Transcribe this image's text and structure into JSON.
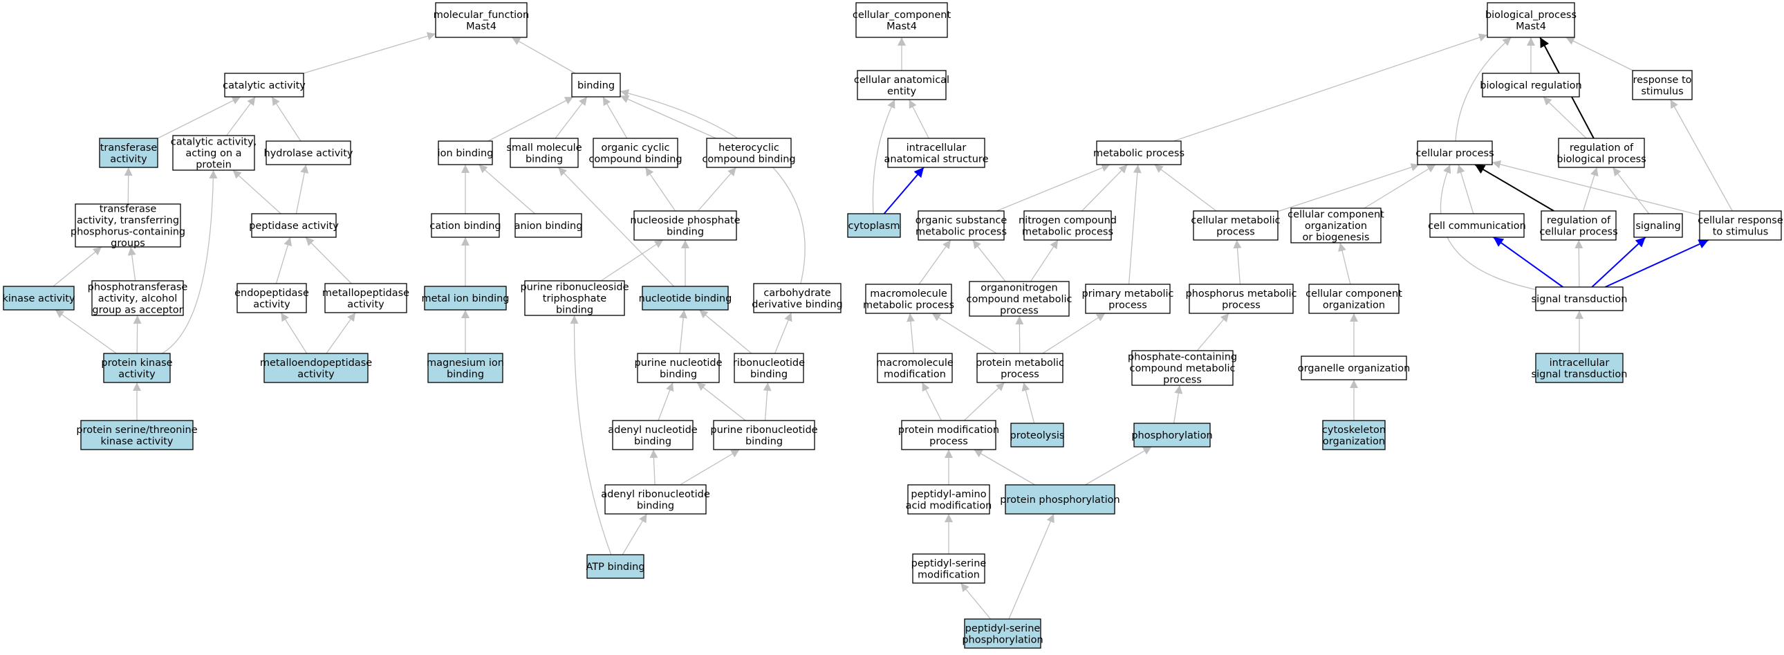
{
  "colors": {
    "highlight": "#add8e6",
    "plain": "#ffffff",
    "border": "#000000",
    "edge_gray": "#c0c0c0",
    "edge_black": "#000000",
    "edge_blue": "#0000ff"
  },
  "nodes": [
    {
      "id": "mf",
      "lines": [
        "molecular_function",
        "Mast4"
      ],
      "hl": false
    },
    {
      "id": "catalytic",
      "lines": [
        "catalytic activity"
      ],
      "hl": false
    },
    {
      "id": "binding",
      "lines": [
        "binding"
      ],
      "hl": false
    },
    {
      "id": "transferase",
      "lines": [
        "transferase",
        "activity"
      ],
      "hl": true
    },
    {
      "id": "cat_protein",
      "lines": [
        "catalytic activity,",
        "acting on a",
        "protein"
      ],
      "hl": false
    },
    {
      "id": "hydrolase",
      "lines": [
        "hydrolase activity"
      ],
      "hl": false
    },
    {
      "id": "ion_binding",
      "lines": [
        "ion binding"
      ],
      "hl": false
    },
    {
      "id": "small_mol",
      "lines": [
        "small molecule",
        "binding"
      ],
      "hl": false
    },
    {
      "id": "org_cyclic",
      "lines": [
        "organic cyclic",
        "compound binding"
      ],
      "hl": false
    },
    {
      "id": "heterocyclic",
      "lines": [
        "heterocyclic",
        "compound binding"
      ],
      "hl": false
    },
    {
      "id": "transf_phos",
      "lines": [
        "transferase",
        "activity, transferring",
        "phosphorus-containing",
        "groups"
      ],
      "hl": false
    },
    {
      "id": "peptidase",
      "lines": [
        "peptidase activity"
      ],
      "hl": false
    },
    {
      "id": "cation",
      "lines": [
        "cation binding"
      ],
      "hl": false
    },
    {
      "id": "anion",
      "lines": [
        "anion binding"
      ],
      "hl": false
    },
    {
      "id": "nuc_phos",
      "lines": [
        "nucleoside phosphate",
        "binding"
      ],
      "hl": false
    },
    {
      "id": "kinase",
      "lines": [
        "kinase activity"
      ],
      "hl": true
    },
    {
      "id": "phosphotransferase",
      "lines": [
        "phosphotransferase",
        "activity, alcohol",
        "group as acceptor"
      ],
      "hl": false
    },
    {
      "id": "endopeptidase",
      "lines": [
        "endopeptidase",
        "activity"
      ],
      "hl": false
    },
    {
      "id": "metallopeptidase",
      "lines": [
        "metallopeptidase",
        "activity"
      ],
      "hl": false
    },
    {
      "id": "metal_ion",
      "lines": [
        "metal ion binding"
      ],
      "hl": true
    },
    {
      "id": "pur_ribo_tri",
      "lines": [
        "purine ribonucleoside",
        "triphosphate",
        "binding"
      ],
      "hl": false
    },
    {
      "id": "nucleotide",
      "lines": [
        "nucleotide binding"
      ],
      "hl": true
    },
    {
      "id": "carbohydrate",
      "lines": [
        "carbohydrate",
        "derivative binding"
      ],
      "hl": false
    },
    {
      "id": "protein_kinase",
      "lines": [
        "protein kinase",
        "activity"
      ],
      "hl": true
    },
    {
      "id": "metalloendo",
      "lines": [
        "metalloendopeptidase",
        "activity"
      ],
      "hl": true
    },
    {
      "id": "magnesium",
      "lines": [
        "magnesium ion",
        "binding"
      ],
      "hl": true
    },
    {
      "id": "pur_nucleotide",
      "lines": [
        "purine nucleotide",
        "binding"
      ],
      "hl": false
    },
    {
      "id": "ribonucleotide",
      "lines": [
        "ribonucleotide",
        "binding"
      ],
      "hl": false
    },
    {
      "id": "ser_thr",
      "lines": [
        "protein serine/threonine",
        "kinase activity"
      ],
      "hl": true
    },
    {
      "id": "adenyl_nuc",
      "lines": [
        "adenyl nucleotide",
        "binding"
      ],
      "hl": false
    },
    {
      "id": "pur_ribonuc",
      "lines": [
        "purine ribonucleotide",
        "binding"
      ],
      "hl": false
    },
    {
      "id": "adenyl_ribo",
      "lines": [
        "adenyl ribonucleotide",
        "binding"
      ],
      "hl": false
    },
    {
      "id": "atp",
      "lines": [
        "ATP binding"
      ],
      "hl": true
    },
    {
      "id": "cc",
      "lines": [
        "cellular_component",
        "Mast4"
      ],
      "hl": false
    },
    {
      "id": "cae",
      "lines": [
        "cellular anatomical",
        "entity"
      ],
      "hl": false
    },
    {
      "id": "ias",
      "lines": [
        "intracellular",
        "anatomical structure"
      ],
      "hl": false
    },
    {
      "id": "cytoplasm",
      "lines": [
        "cytoplasm"
      ],
      "hl": true
    },
    {
      "id": "bp",
      "lines": [
        "biological_process",
        "Mast4"
      ],
      "hl": false
    },
    {
      "id": "bio_reg",
      "lines": [
        "biological regulation"
      ],
      "hl": false
    },
    {
      "id": "resp_stim",
      "lines": [
        "response to",
        "stimulus"
      ],
      "hl": false
    },
    {
      "id": "metabolic",
      "lines": [
        "metabolic process"
      ],
      "hl": false
    },
    {
      "id": "cellular_process",
      "lines": [
        "cellular process"
      ],
      "hl": false
    },
    {
      "id": "reg_bio",
      "lines": [
        "regulation of",
        "biological process"
      ],
      "hl": false
    },
    {
      "id": "org_sub",
      "lines": [
        "organic substance",
        "metabolic process"
      ],
      "hl": false
    },
    {
      "id": "nitrogen",
      "lines": [
        "nitrogen compound",
        "metabolic process"
      ],
      "hl": false
    },
    {
      "id": "cell_metab",
      "lines": [
        "cellular metabolic",
        "process"
      ],
      "hl": false
    },
    {
      "id": "cc_org_bio",
      "lines": [
        "cellular component",
        "organization",
        "or biogenesis"
      ],
      "hl": false
    },
    {
      "id": "cell_comm",
      "lines": [
        "cell communication"
      ],
      "hl": false
    },
    {
      "id": "reg_cell",
      "lines": [
        "regulation of",
        "cellular process"
      ],
      "hl": false
    },
    {
      "id": "signaling",
      "lines": [
        "signaling"
      ],
      "hl": false
    },
    {
      "id": "cell_resp",
      "lines": [
        "cellular response",
        "to stimulus"
      ],
      "hl": false
    },
    {
      "id": "macro_metab",
      "lines": [
        "macromolecule",
        "metabolic process"
      ],
      "hl": false
    },
    {
      "id": "organonitrogen",
      "lines": [
        "organonitrogen",
        "compound metabolic",
        "process"
      ],
      "hl": false
    },
    {
      "id": "primary",
      "lines": [
        "primary metabolic",
        "process"
      ],
      "hl": false
    },
    {
      "id": "phosphorus",
      "lines": [
        "phosphorus metabolic",
        "process"
      ],
      "hl": false
    },
    {
      "id": "cc_org",
      "lines": [
        "cellular component",
        "organization"
      ],
      "hl": false
    },
    {
      "id": "sig_trans",
      "lines": [
        "signal transduction"
      ],
      "hl": false
    },
    {
      "id": "macro_mod",
      "lines": [
        "macromolecule",
        "modification"
      ],
      "hl": false
    },
    {
      "id": "prot_metab",
      "lines": [
        "protein metabolic",
        "process"
      ],
      "hl": false
    },
    {
      "id": "phosphate_cont",
      "lines": [
        "phosphate-containing",
        "compound metabolic",
        "process"
      ],
      "hl": false
    },
    {
      "id": "organelle",
      "lines": [
        "organelle organization"
      ],
      "hl": false
    },
    {
      "id": "intra_sig",
      "lines": [
        "intracellular",
        "signal transduction"
      ],
      "hl": true
    },
    {
      "id": "prot_mod",
      "lines": [
        "protein modification",
        "process"
      ],
      "hl": false
    },
    {
      "id": "proteolysis",
      "lines": [
        "proteolysis"
      ],
      "hl": true
    },
    {
      "id": "phosphorylation",
      "lines": [
        "phosphorylation"
      ],
      "hl": true
    },
    {
      "id": "cytoskeleton",
      "lines": [
        "cytoskeleton",
        "organization"
      ],
      "hl": true
    },
    {
      "id": "peptidyl_aa",
      "lines": [
        "peptidyl-amino",
        "acid modification"
      ],
      "hl": false
    },
    {
      "id": "prot_phos",
      "lines": [
        "protein phosphorylation"
      ],
      "hl": true
    },
    {
      "id": "peptidyl_ser",
      "lines": [
        "peptidyl-serine",
        "modification"
      ],
      "hl": false
    },
    {
      "id": "peptidyl_ser_phos",
      "lines": [
        "peptidyl-serine",
        "phosphorylation"
      ],
      "hl": true
    }
  ],
  "edges": [
    [
      "catalytic",
      "mf",
      "gray"
    ],
    [
      "binding",
      "mf",
      "gray"
    ],
    [
      "transferase",
      "catalytic",
      "gray"
    ],
    [
      "cat_protein",
      "catalytic",
      "gray"
    ],
    [
      "hydrolase",
      "catalytic",
      "gray"
    ],
    [
      "ion_binding",
      "binding",
      "gray"
    ],
    [
      "small_mol",
      "binding",
      "gray"
    ],
    [
      "org_cyclic",
      "binding",
      "gray"
    ],
    [
      "heterocyclic",
      "binding",
      "gray"
    ],
    [
      "transf_phos",
      "transferase",
      "gray"
    ],
    [
      "peptidase",
      "cat_protein",
      "gray"
    ],
    [
      "peptidase",
      "hydrolase",
      "gray"
    ],
    [
      "cation",
      "ion_binding",
      "gray"
    ],
    [
      "anion",
      "ion_binding",
      "gray"
    ],
    [
      "nuc_phos",
      "org_cyclic",
      "gray"
    ],
    [
      "nuc_phos",
      "heterocyclic",
      "gray"
    ],
    [
      "kinase",
      "transf_phos",
      "gray"
    ],
    [
      "phosphotransferase",
      "transf_phos",
      "gray"
    ],
    [
      "endopeptidase",
      "peptidase",
      "gray"
    ],
    [
      "metallopeptidase",
      "peptidase",
      "gray"
    ],
    [
      "metal_ion",
      "cation",
      "gray"
    ],
    [
      "pur_ribo_tri",
      "nuc_phos",
      "gray"
    ],
    [
      "nucleotide",
      "nuc_phos",
      "gray"
    ],
    [
      "nucleotide",
      "small_mol",
      "gray"
    ],
    [
      "carbohydrate",
      "binding",
      "gray"
    ],
    [
      "protein_kinase",
      "kinase",
      "gray"
    ],
    [
      "protein_kinase",
      "phosphotransferase",
      "gray"
    ],
    [
      "protein_kinase",
      "cat_protein",
      "gray"
    ],
    [
      "metalloendo",
      "endopeptidase",
      "gray"
    ],
    [
      "metalloendo",
      "metallopeptidase",
      "gray"
    ],
    [
      "magnesium",
      "metal_ion",
      "gray"
    ],
    [
      "pur_nucleotide",
      "nucleotide",
      "gray"
    ],
    [
      "ribonucleotide",
      "nucleotide",
      "gray"
    ],
    [
      "ribonucleotide",
      "carbohydrate",
      "gray"
    ],
    [
      "ser_thr",
      "protein_kinase",
      "gray"
    ],
    [
      "adenyl_nuc",
      "pur_nucleotide",
      "gray"
    ],
    [
      "pur_ribonuc",
      "pur_nucleotide",
      "gray"
    ],
    [
      "pur_ribonuc",
      "ribonucleotide",
      "gray"
    ],
    [
      "adenyl_ribo",
      "adenyl_nuc",
      "gray"
    ],
    [
      "adenyl_ribo",
      "pur_ribonuc",
      "gray"
    ],
    [
      "atp",
      "adenyl_ribo",
      "gray"
    ],
    [
      "atp",
      "pur_ribo_tri",
      "gray"
    ],
    [
      "cae",
      "cc",
      "gray"
    ],
    [
      "ias",
      "cae",
      "gray"
    ],
    [
      "cytoplasm",
      "cae",
      "gray"
    ],
    [
      "cytoplasm",
      "ias",
      "blue"
    ],
    [
      "bio_reg",
      "bp",
      "gray"
    ],
    [
      "resp_stim",
      "bp",
      "gray"
    ],
    [
      "metabolic",
      "bp",
      "gray"
    ],
    [
      "cellular_process",
      "bp",
      "gray"
    ],
    [
      "reg_bio",
      "bp",
      "black"
    ],
    [
      "reg_bio",
      "bio_reg",
      "gray"
    ],
    [
      "org_sub",
      "metabolic",
      "gray"
    ],
    [
      "nitrogen",
      "metabolic",
      "gray"
    ],
    [
      "cell_metab",
      "metabolic",
      "gray"
    ],
    [
      "primary",
      "metabolic",
      "gray"
    ],
    [
      "cell_metab",
      "cellular_process",
      "gray"
    ],
    [
      "cc_org_bio",
      "cellular_process",
      "gray"
    ],
    [
      "cell_comm",
      "cellular_process",
      "gray"
    ],
    [
      "reg_cell",
      "cellular_process",
      "black"
    ],
    [
      "cell_resp",
      "cellular_process",
      "gray"
    ],
    [
      "sig_trans",
      "cellular_process",
      "gray"
    ],
    [
      "reg_cell",
      "reg_bio",
      "gray"
    ],
    [
      "signaling",
      "reg_bio",
      "gray"
    ],
    [
      "cell_resp",
      "resp_stim",
      "gray"
    ],
    [
      "macro_metab",
      "org_sub",
      "gray"
    ],
    [
      "organonitrogen",
      "org_sub",
      "gray"
    ],
    [
      "organonitrogen",
      "nitrogen",
      "gray"
    ],
    [
      "phosphorus",
      "cell_metab",
      "gray"
    ],
    [
      "cc_org",
      "cc_org_bio",
      "gray"
    ],
    [
      "sig_trans",
      "cell_comm",
      "blue"
    ],
    [
      "sig_trans",
      "reg_cell",
      "gray"
    ],
    [
      "sig_trans",
      "signaling",
      "blue"
    ],
    [
      "sig_trans",
      "cell_resp",
      "blue"
    ],
    [
      "macro_mod",
      "macro_metab",
      "gray"
    ],
    [
      "prot_metab",
      "macro_metab",
      "gray"
    ],
    [
      "prot_metab",
      "organonitrogen",
      "gray"
    ],
    [
      "prot_metab",
      "primary",
      "gray"
    ],
    [
      "phosphate_cont",
      "phosphorus",
      "gray"
    ],
    [
      "organelle",
      "cc_org",
      "gray"
    ],
    [
      "intra_sig",
      "sig_trans",
      "gray"
    ],
    [
      "prot_mod",
      "macro_mod",
      "gray"
    ],
    [
      "prot_mod",
      "prot_metab",
      "gray"
    ],
    [
      "proteolysis",
      "prot_metab",
      "gray"
    ],
    [
      "phosphorylation",
      "phosphate_cont",
      "gray"
    ],
    [
      "cytoskeleton",
      "organelle",
      "gray"
    ],
    [
      "peptidyl_aa",
      "prot_mod",
      "gray"
    ],
    [
      "prot_phos",
      "prot_mod",
      "gray"
    ],
    [
      "prot_phos",
      "phosphorylation",
      "gray"
    ],
    [
      "peptidyl_ser",
      "peptidyl_aa",
      "gray"
    ],
    [
      "peptidyl_ser_phos",
      "peptidyl_ser",
      "gray"
    ],
    [
      "peptidyl_ser_phos",
      "prot_phos",
      "gray"
    ]
  ]
}
